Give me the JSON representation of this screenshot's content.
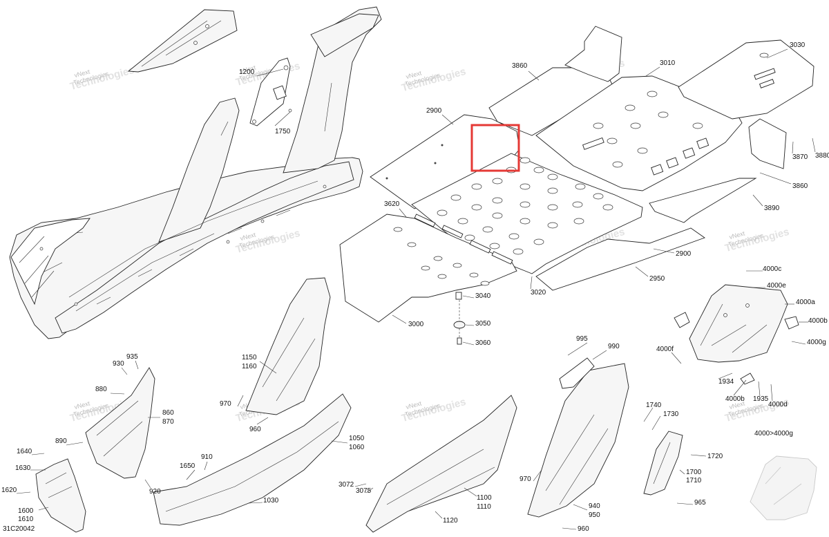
{
  "diagram": {
    "drawing_code": "31C20042",
    "watermark": {
      "line1": "vNext",
      "line2": "Technologies"
    },
    "callouts": [
      {
        "id": "c3860a",
        "text": "3860"
      },
      {
        "id": "c3010",
        "text": "3010"
      },
      {
        "id": "c3030",
        "text": "3030"
      },
      {
        "id": "c2900a",
        "text": "2900"
      },
      {
        "id": "c1200",
        "text": "1200"
      },
      {
        "id": "c1750",
        "text": "1750"
      },
      {
        "id": "c3870",
        "text": "3870"
      },
      {
        "id": "c3880",
        "text": "3880"
      },
      {
        "id": "c3860b",
        "text": "3860"
      },
      {
        "id": "c3890",
        "text": "3890"
      },
      {
        "id": "c3620",
        "text": "3620"
      },
      {
        "id": "c2900b",
        "text": "2900"
      },
      {
        "id": "c2950",
        "text": "2950"
      },
      {
        "id": "c3020",
        "text": "3020"
      },
      {
        "id": "c3040",
        "text": "3040"
      },
      {
        "id": "c3000",
        "text": "3000"
      },
      {
        "id": "c3050",
        "text": "3050"
      },
      {
        "id": "c3060",
        "text": "3060"
      },
      {
        "id": "c4000c",
        "text": "4000c"
      },
      {
        "id": "c4000e",
        "text": "4000e"
      },
      {
        "id": "c4000a",
        "text": "4000a"
      },
      {
        "id": "c4000b",
        "text": "4000b"
      },
      {
        "id": "c4000g",
        "text": "4000g"
      },
      {
        "id": "c4000f",
        "text": "4000f"
      },
      {
        "id": "c1934",
        "text": "1934"
      },
      {
        "id": "c4000bb",
        "text": "4000b"
      },
      {
        "id": "c1935",
        "text": "1935"
      },
      {
        "id": "c4000d",
        "text": "4000d"
      },
      {
        "id": "c1150",
        "text": "1150"
      },
      {
        "id": "c1160",
        "text": "1160"
      },
      {
        "id": "c970a",
        "text": "970"
      },
      {
        "id": "c960a",
        "text": "960"
      },
      {
        "id": "c935",
        "text": "935"
      },
      {
        "id": "c930",
        "text": "930"
      },
      {
        "id": "c880",
        "text": "880"
      },
      {
        "id": "c860",
        "text": "860"
      },
      {
        "id": "c870",
        "text": "870"
      },
      {
        "id": "c890",
        "text": "890"
      },
      {
        "id": "c1640",
        "text": "1640"
      },
      {
        "id": "c1630",
        "text": "1630"
      },
      {
        "id": "c1620",
        "text": "1620"
      },
      {
        "id": "c1600",
        "text": "1600"
      },
      {
        "id": "c1610",
        "text": "1610"
      },
      {
        "id": "c910",
        "text": "910"
      },
      {
        "id": "c1650",
        "text": "1650"
      },
      {
        "id": "c920",
        "text": "920"
      },
      {
        "id": "c1050",
        "text": "1050"
      },
      {
        "id": "c1060",
        "text": "1060"
      },
      {
        "id": "c1030",
        "text": "1030"
      },
      {
        "id": "c995",
        "text": "995"
      },
      {
        "id": "c990",
        "text": "990"
      },
      {
        "id": "c3072",
        "text": "3072"
      },
      {
        "id": "c3075",
        "text": "3075"
      },
      {
        "id": "c1100",
        "text": "1100"
      },
      {
        "id": "c1110",
        "text": "1110"
      },
      {
        "id": "c1120",
        "text": "1120"
      },
      {
        "id": "c970b",
        "text": "970"
      },
      {
        "id": "c940",
        "text": "940"
      },
      {
        "id": "c950",
        "text": "950"
      },
      {
        "id": "c960b",
        "text": "960"
      },
      {
        "id": "c1740",
        "text": "1740"
      },
      {
        "id": "c1730",
        "text": "1730"
      },
      {
        "id": "c1720",
        "text": "1720"
      },
      {
        "id": "c1700",
        "text": "1700"
      },
      {
        "id": "c1710",
        "text": "1710"
      },
      {
        "id": "c965",
        "text": "965"
      },
      {
        "id": "c4000r",
        "text": "4000>4000g"
      }
    ]
  }
}
